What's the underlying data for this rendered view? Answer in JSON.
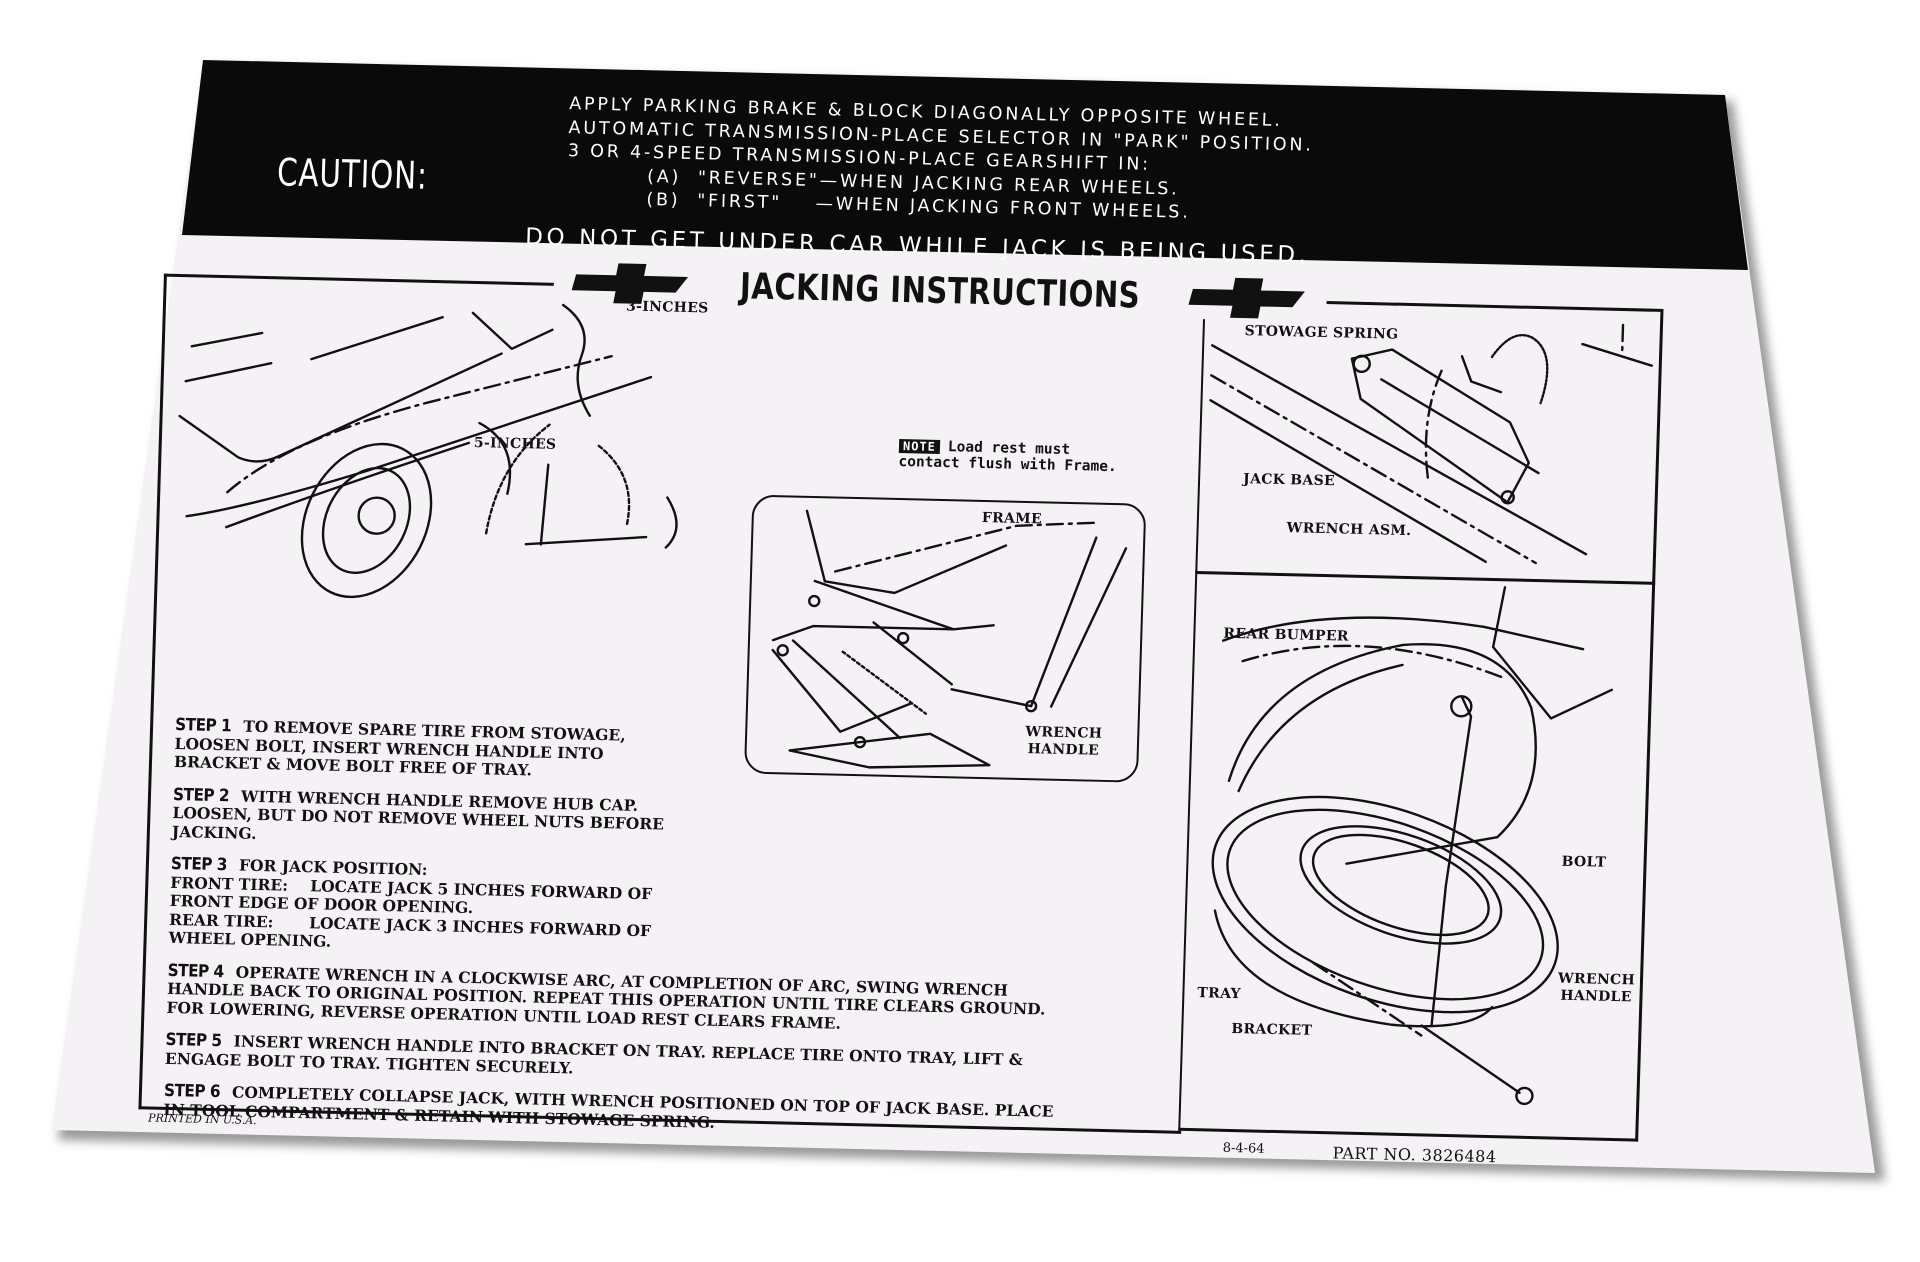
{
  "decal": {
    "colors": {
      "band": "#0a0a0a",
      "paper": "#f4f2f4",
      "ink": "#111111",
      "shadow": "#9a9a9a"
    },
    "caution": {
      "label": "CAUTION:",
      "lines": [
        "APPLY PARKING BRAKE & BLOCK DIAGONALLY OPPOSITE WHEEL.",
        "AUTOMATIC TRANSMISSION-PLACE SELECTOR IN \"PARK\" POSITION.",
        "3 OR 4-SPEED TRANSMISSION-PLACE GEARSHIFT IN:",
        "(A)  \"REVERSE\"—WHEN JACKING REAR WHEELS.",
        "(B)  \"FIRST\"    —WHEN JACKING FRONT WHEELS."
      ],
      "warning": "DO NOT GET UNDER CAR WHILE JACK IS BEING USED."
    },
    "title": "JACKING INSTRUCTIONS",
    "logo_icon": "bowtie-emblem-icon",
    "diagram_callouts": {
      "three_inches": "3-INCHES",
      "five_inches": "5-INCHES",
      "note_badge": "NOTE",
      "note_text": "Load rest must contact flush with Frame.",
      "frame": "FRAME",
      "wrench_handle_center": "WRENCH\nHANDLE",
      "stowage_spring": "STOWAGE SPRING",
      "jack_base": "JACK BASE",
      "wrench_asm": "WRENCH ASM.",
      "rear_bumper": "REAR BUMPER",
      "bolt": "BOLT",
      "tray": "TRAY",
      "bracket": "BRACKET",
      "wrench_handle_right": "WRENCH\nHANDLE"
    },
    "steps": [
      {
        "label": "STEP 1",
        "text": "TO REMOVE SPARE TIRE FROM STOWAGE, LOOSEN BOLT, INSERT WRENCH HANDLE INTO BRACKET & MOVE BOLT FREE OF TRAY."
      },
      {
        "label": "STEP 2",
        "text": "WITH WRENCH HANDLE REMOVE HUB CAP. LOOSEN, BUT DO NOT REMOVE WHEEL NUTS BEFORE JACKING."
      },
      {
        "label": "STEP 3",
        "text": "FOR JACK POSITION:",
        "front_label": "FRONT TIRE:",
        "front_text_1": "LOCATE JACK 5 INCHES FORWARD OF",
        "front_text_2": "FRONT EDGE OF DOOR OPENING.",
        "rear_label": "REAR TIRE:",
        "rear_text_1": "LOCATE JACK 3 INCHES FORWARD OF",
        "rear_text_2": "WHEEL OPENING."
      },
      {
        "label": "STEP 4",
        "text": "OPERATE WRENCH IN A CLOCKWISE ARC, AT COMPLETION OF ARC, SWING WRENCH HANDLE BACK TO ORIGINAL POSITION. REPEAT THIS OPERATION UNTIL TIRE CLEARS GROUND. FOR LOWERING, REVERSE OPERATION UNTIL LOAD REST CLEARS FRAME."
      },
      {
        "label": "STEP 5",
        "text": "INSERT WRENCH HANDLE INTO BRACKET ON TRAY. REPLACE TIRE ONTO TRAY, LIFT & ENGAGE BOLT TO TRAY. TIGHTEN SECURELY."
      },
      {
        "label": "STEP 6",
        "text": "COMPLETELY COLLAPSE JACK, WITH WRENCH POSITIONED ON TOP OF JACK BASE. PLACE IN TOOL COMPARTMENT & RETAIN WITH STOWAGE SPRING."
      }
    ],
    "footer": {
      "printed": "PRINTED IN U.S.A.",
      "date": "8-4-64",
      "part_no": "PART NO. 3826484"
    }
  }
}
